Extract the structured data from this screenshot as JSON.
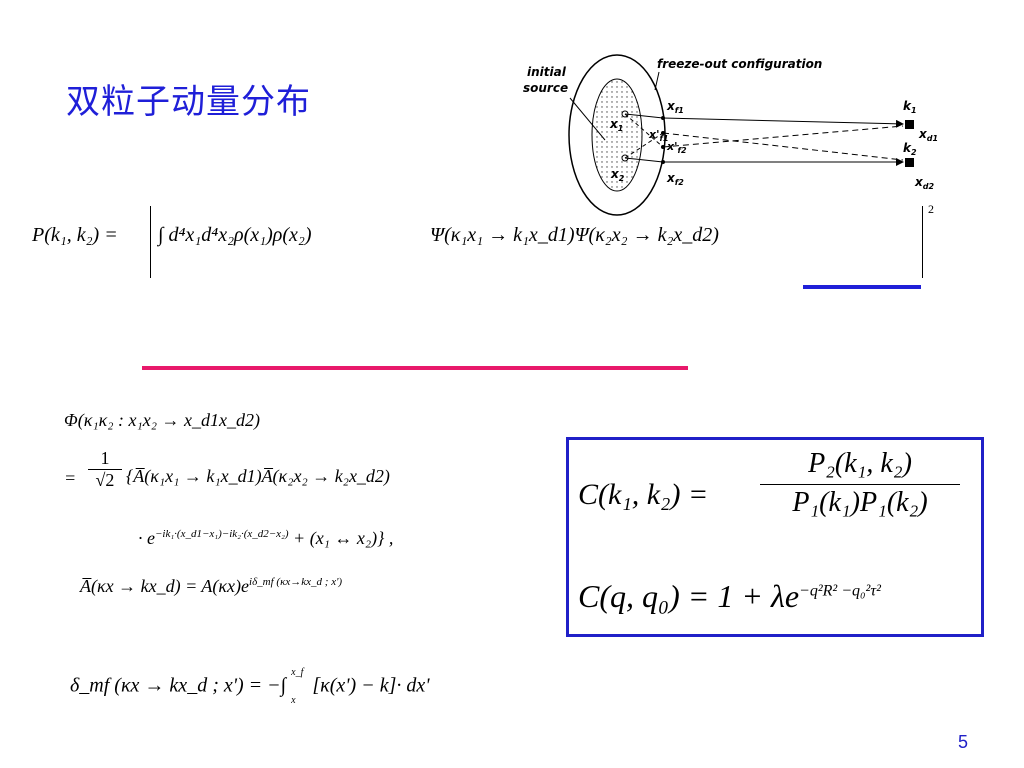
{
  "title": "双粒子动量分布",
  "page_number": "5",
  "diagram": {
    "initial_source": [
      "initial",
      "source"
    ],
    "freeze_out": "freeze-out configuration",
    "x1": "x",
    "x1_sub": "1",
    "x2": "x",
    "x2_sub": "2",
    "xf1": "x",
    "xf1_sub": "f1",
    "xf1p": "x'",
    "xf1p_sub": "f1",
    "xf2p": "x'",
    "xf2p_sub": "f2",
    "xf2": "x",
    "xf2_sub": "f2",
    "k1": "k",
    "k1_sub": "1",
    "k2": "k",
    "k2_sub": "2",
    "xd1": "x",
    "xd1_sub": "d1",
    "xd2": "x",
    "xd2_sub": "d2"
  },
  "equations": {
    "P_lhs": "P(k₁, k₂) =",
    "P_integral": "∫ d⁴x₁d⁴x₂ρ(x₁)ρ(x₂)",
    "P_psi": "Ψ(κ₁x₁ → k₁x_d1)Ψ(κ₂x₂ → k₂x_d2)",
    "P_power": "2",
    "phi_lhs": "Φ(κ₁κ₂ : x₁x₂ → x_d1x_d2)",
    "phi_line1_pre": "=",
    "phi_frac_num": "1",
    "phi_frac_den": "√2",
    "phi_line1": "{A̅(κ₁x₁ → k₁x_d1)A̅(κ₂x₂ → k₂x_d2)",
    "phi_line2_exp": "−ik₁·(x_d1−x₁)−ik₂·(x_d2−x₂)",
    "phi_line2_tail": "+ (x₁ ↔ x₂)} ,",
    "phi_line2_dot": "· e",
    "abar_def": "A̅(κx → kx_d) = A(κx)e",
    "abar_exp": "iδ_mf (κx→kx_d ; x')",
    "delta_def": "δ_mf (κx → kx_d ; x') = −∫",
    "delta_upper": "x_f",
    "delta_lower": "x",
    "delta_integrand": "[κ(x') − k]· dx'",
    "C_lhs": "C(k₁, k₂) =",
    "C_num": "P₂(k₁, k₂)",
    "C_den": "P₁(k₁)P₁(k₂)",
    "Cq_lhs": "C(q, q₀) = 1 + λe",
    "Cq_exp": "−q²R² −q₀²τ²"
  },
  "colors": {
    "title": "#1f1fd8",
    "blue_rule": "#1f1fd8",
    "red_rule": "#e8196b",
    "box": "#2020c8"
  }
}
